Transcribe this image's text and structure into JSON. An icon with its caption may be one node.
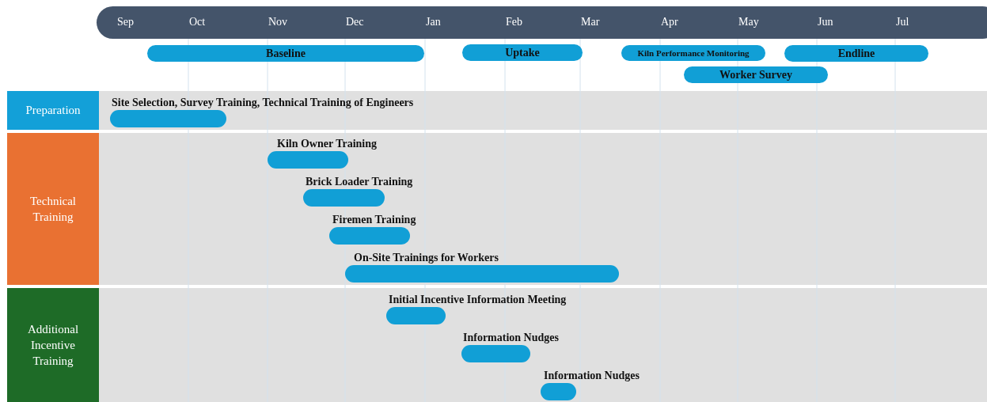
{
  "diagram": {
    "nodes": [
      {
        "text": [
          "Baseline"
        ]
      },
      {
        "text": [
          "Uptake"
        ]
      },
      {
        "text": [
          "Kiln Performance Monitoring"
        ]
      },
      {
        "text": [
          "Endline"
        ]
      },
      {
        "text": [
          "Worker Survey"
        ]
      },
      {
        "text": [
          "Preparation"
        ]
      },
      {
        "text": [
          "Site Selection, Survey Training, Technical Training of Engineers"
        ],
        "in": 5
      },
      {
        "text": [
          "Technical Training"
        ]
      },
      {
        "text": [
          "Kiln Owner Training"
        ],
        "in": 7
      },
      {
        "text": [
          "Brick Loader Training"
        ],
        "in": 7
      },
      {
        "text": [
          "Firemen Training"
        ],
        "in": 7
      },
      {
        "text": [
          "On-Site Trainings for Workers"
        ],
        "in": 7
      },
      {
        "text": [
          "Additional Incentive Training"
        ]
      },
      {
        "text": [
          "Initial Incentive Information Meeting"
        ],
        "in": 12
      },
      {
        "text": [
          "Information Nudges"
        ],
        "in": 12
      },
      {
        "text": [
          "Information Nudges"
        ],
        "in": 12
      }
    ],
    "labels": [
      "Sep",
      "Oct",
      "Nov",
      "Dec",
      "Jan",
      "Feb",
      "Mar",
      "Apr",
      "May",
      "Jun",
      "Jul"
    ]
  }
}
